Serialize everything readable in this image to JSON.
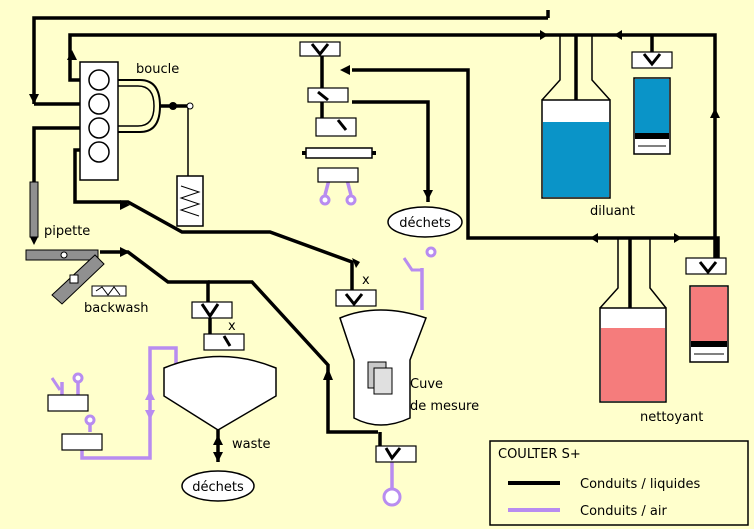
{
  "labels": {
    "boucle": "boucle",
    "pipette": "pipette",
    "backwash": "backwash",
    "diluant": "diluant",
    "nettoyant": "nettoyant",
    "dechets_top": "déchets",
    "dechets_bottom": "déchets",
    "waste": "waste",
    "cuve_line1": "Cuve",
    "cuve_line2": "de mesure",
    "valve_x": "x"
  },
  "legend": {
    "title": "COULTER S+",
    "liquids": "Conduits / liquides",
    "air": "Conduits / air"
  },
  "colors": {
    "background": "#ffffcc",
    "liquid_line": "#000000",
    "air_line": "#b88cf0",
    "diluant": "#0a94c8",
    "nettoyant": "#f57c7c",
    "pipette": "#909090"
  }
}
